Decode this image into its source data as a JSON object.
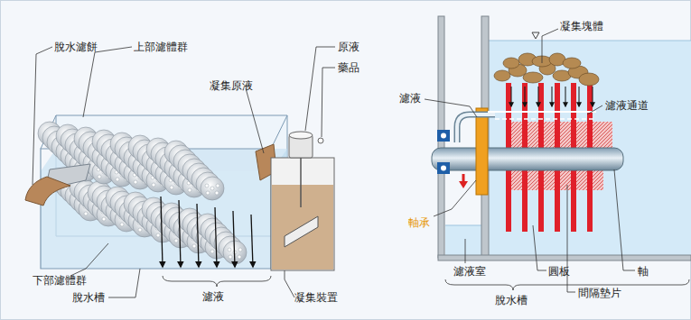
{
  "diagram": {
    "labels": [
      "脫水濾餅",
      "上部濾體群",
      "凝集原液",
      "原液",
      "藥品",
      "下部濾體群",
      "脫水槽",
      "濾液",
      "凝集裝置",
      "凝集塊體",
      "濾液",
      "濾液通道",
      "軸承",
      "濾液室",
      "脫水槽",
      "圓板",
      "間隔墊片",
      "軸"
    ]
  }
}
